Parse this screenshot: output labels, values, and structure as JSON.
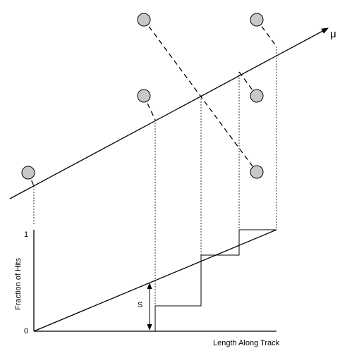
{
  "labels": {
    "track_symbol": "μ",
    "y_axis": "Fraction of Hits",
    "x_axis": "Length Along Track",
    "tick_one": "1",
    "tick_zero": "0",
    "distance": "S"
  },
  "colors": {
    "hit_fill": "#c8c8c8",
    "line": "#000000",
    "background": "#ffffff"
  }
}
